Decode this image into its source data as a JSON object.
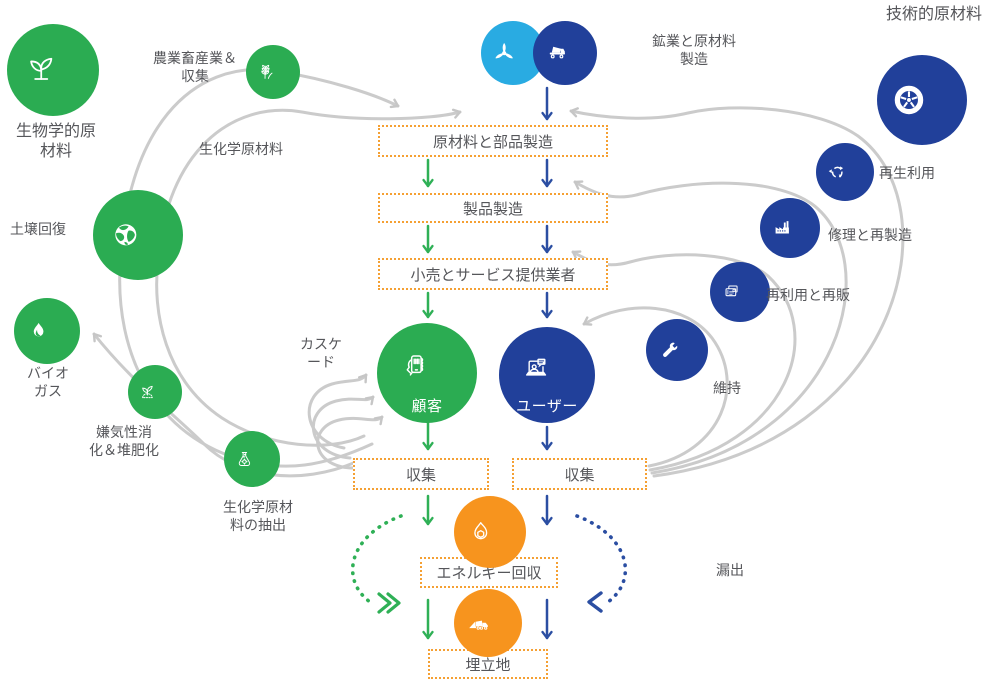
{
  "colors": {
    "green": "#2BAC52",
    "dark_blue": "#21409A",
    "light_blue": "#29ABE2",
    "orange": "#F7941E",
    "arc_gray": "#CBCBCB",
    "text_gray": "#58595B",
    "box_border_orange": "#F5A033"
  },
  "bio": {
    "heading": "生物学的原\n材料",
    "farming": "農業畜産業＆\n収集",
    "biochem_flow": "生化学原材料",
    "soil": "土壌回復",
    "biogas": "バイオ\nガス",
    "anaerobic": "嫌気性消\n化＆堆肥化",
    "extraction": "生化学原材\n料の抽出",
    "cascade": "カスケ\nード"
  },
  "tech": {
    "heading": "技術的原材料",
    "mining": "鉱業と原材料\n製造",
    "recycle": "再生利用",
    "remanufacture": "修理と再製造",
    "resale": "再利用と再販",
    "maintain": "維持",
    "leakage": "漏出"
  },
  "center": {
    "stage1": "原材料と部品製造",
    "stage2": "製品製造",
    "stage3": "小売とサービス提供業者",
    "customer": "顧客",
    "user": "ユーザー",
    "collection_left": "収集",
    "collection_right": "収集",
    "energy": "エネルギー回収",
    "landfill": "埋立地"
  }
}
